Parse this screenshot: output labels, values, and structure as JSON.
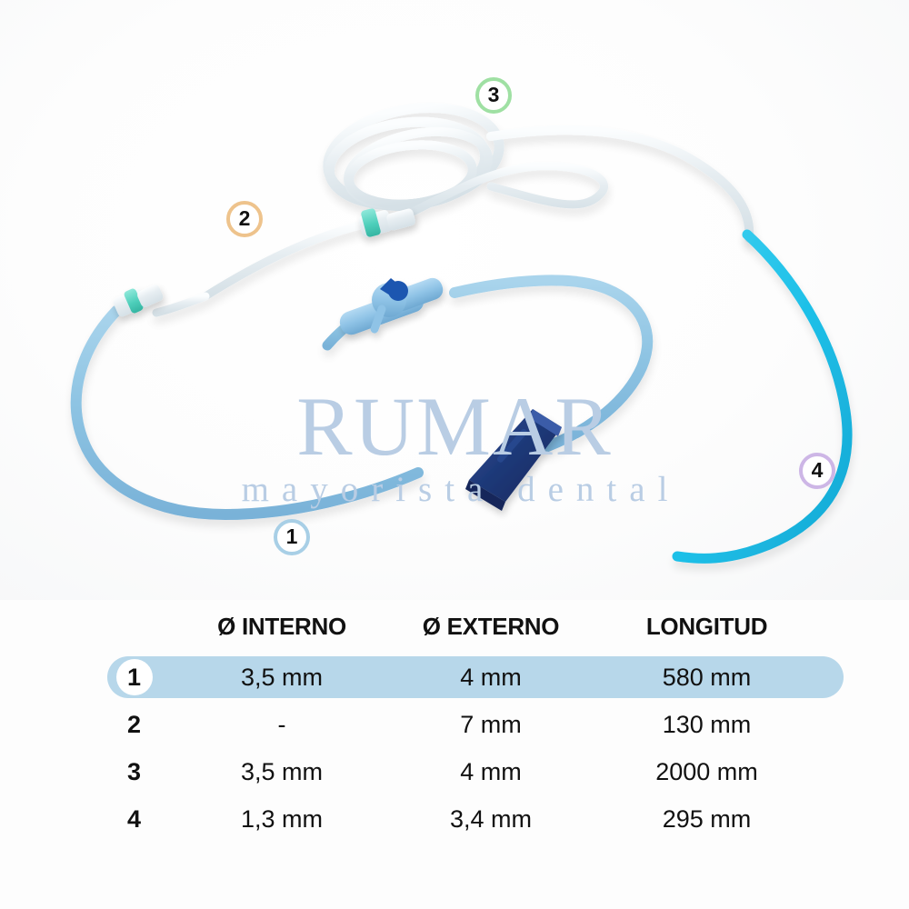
{
  "watermark": {
    "brand": "RUMAR",
    "tagline": "mayorista dental",
    "color": "#b9cde4"
  },
  "photo": {
    "description": "dental surgical irrigation tubing set",
    "colors": {
      "blue_tube": "#8ec4e3",
      "cyan_tube": "#1ec0e8",
      "clear_tube": "#e9eef1",
      "clamp_navy": "#1f3a7a",
      "connector_teal": "#5fd6c4",
      "valve_blue": "#7fb6e0",
      "background": "#fdfdfd"
    }
  },
  "callouts": [
    {
      "id": "1",
      "label": "1",
      "ring_color": "#a8cfe6"
    },
    {
      "id": "2",
      "label": "2",
      "ring_color": "#eec38c"
    },
    {
      "id": "3",
      "label": "3",
      "ring_color": "#9fe0a3"
    },
    {
      "id": "4",
      "label": "4",
      "ring_color": "#cdb6e6"
    }
  ],
  "spec_table": {
    "headers": {
      "index": "",
      "internal_diameter": "Ø INTERNO",
      "external_diameter": "Ø EXTERNO",
      "length": "LONGITUD"
    },
    "highlight_color": "#b7d7ea",
    "rows": [
      {
        "index": "1",
        "internal_diameter": "3,5 mm",
        "external_diameter": "4 mm",
        "length": "580 mm",
        "highlighted": true
      },
      {
        "index": "2",
        "internal_diameter": "-",
        "external_diameter": "7 mm",
        "length": "130 mm",
        "highlighted": false
      },
      {
        "index": "3",
        "internal_diameter": "3,5 mm",
        "external_diameter": "4 mm",
        "length": "2000 mm",
        "highlighted": false
      },
      {
        "index": "4",
        "internal_diameter": "1,3 mm",
        "external_diameter": "3,4 mm",
        "length": "295 mm",
        "highlighted": false
      }
    ]
  }
}
